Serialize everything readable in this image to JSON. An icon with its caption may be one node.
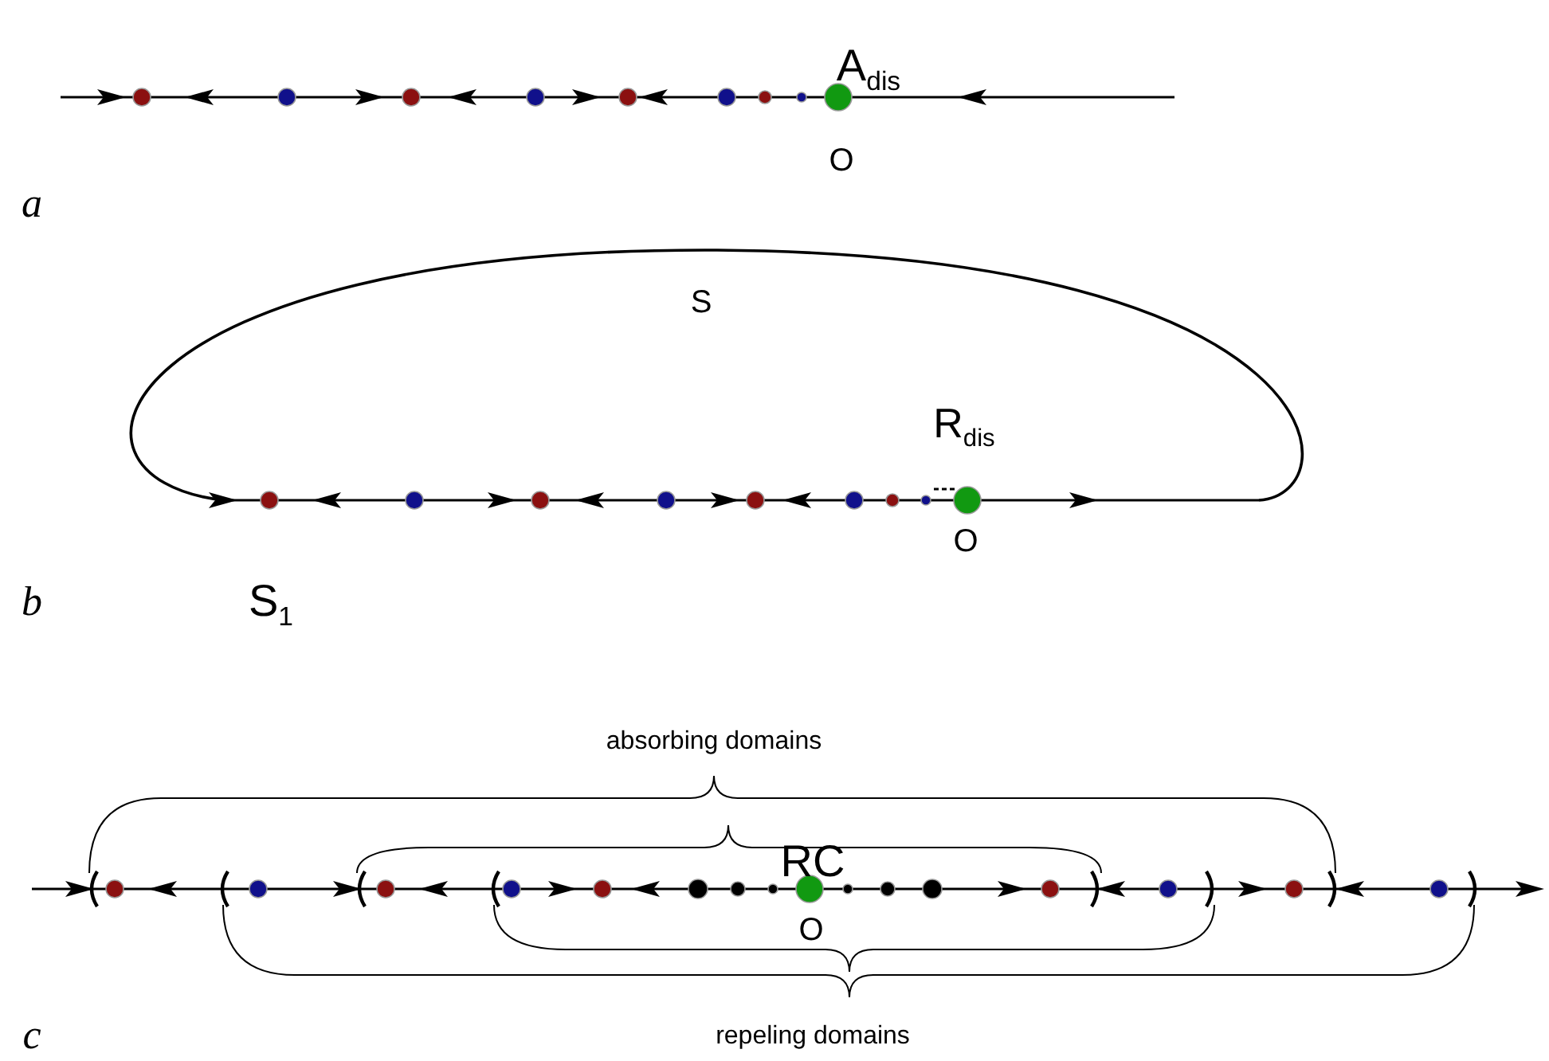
{
  "diagram": {
    "labels": [
      "A$_{dis}$",
      "O",
      "a",
      "S",
      "R$_{dis}$",
      "O",
      "S$_{1}$",
      "b",
      "absorbing domains",
      "RC",
      "O",
      "c",
      "repeling domains"
    ]
  }
}
